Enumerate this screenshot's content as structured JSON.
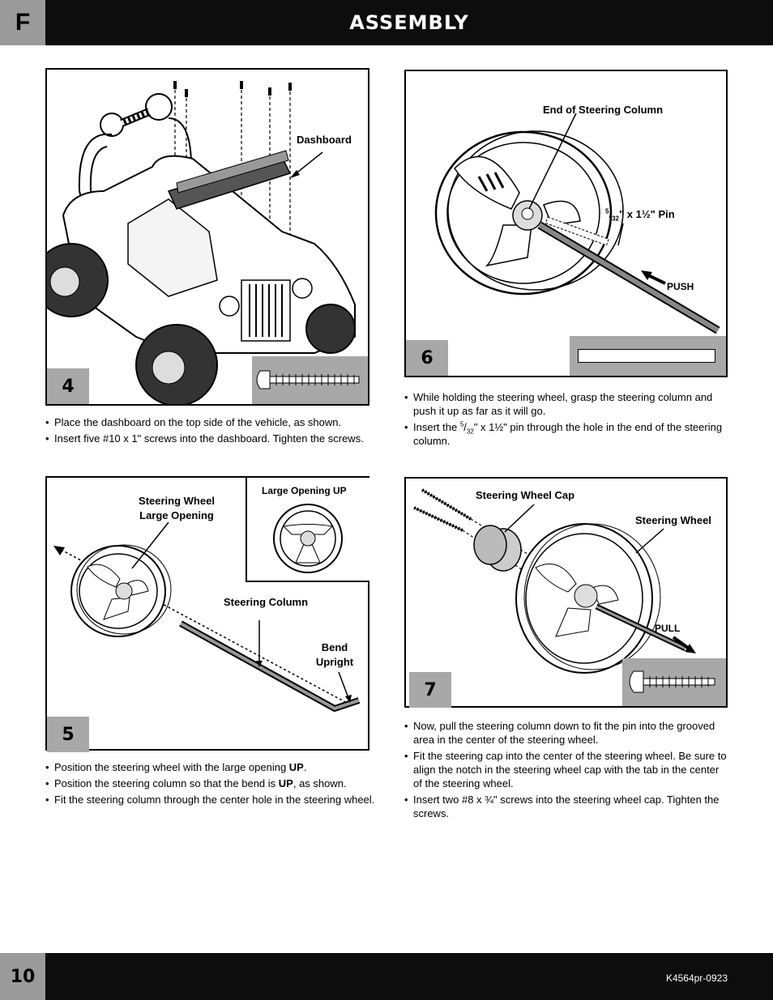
{
  "header": {
    "section_letter": "F",
    "title": "ASSEMBLY"
  },
  "footer": {
    "page_number": "10",
    "doc_id": "K4564pr-0923"
  },
  "step4": {
    "number": "4",
    "labels": {
      "dashboard": "Dashboard"
    },
    "bullets": [
      "Place the dashboard on the top side of the vehicle, as shown.",
      "Insert five #10 x 1\" screws into the dashboard. Tighten the screws."
    ]
  },
  "step6": {
    "number": "6",
    "labels": {
      "end_of_column": "End of Steering Column",
      "pin_prefix": "5",
      "pin_den": "32",
      "pin_suffix": "\" x 1½\" Pin",
      "push": "PUSH"
    },
    "bullets": [
      "While holding the steering wheel, grasp the steering column and push it up as far as it will go."
    ],
    "bullet2": {
      "pre": "Insert the ",
      "num": "5",
      "den": "32",
      "post": "\" x 1½\" pin through the hole in the end of the steering column."
    }
  },
  "step5": {
    "number": "5",
    "labels": {
      "wheel_opening_1": "Steering Wheel",
      "wheel_opening_2": "Large Opening",
      "large_opening_up": "Large Opening UP",
      "steering_column": "Steering Column",
      "bend_1": "Bend",
      "bend_2": "Upright"
    },
    "bullet1": {
      "pre": "Position the steering wheel with the large opening ",
      "bold": "UP",
      "post": "."
    },
    "bullet2": {
      "pre": "Position the steering column so that the bend is ",
      "bold": "UP",
      "post": ", as shown."
    },
    "bullet3": "Fit the steering column through the center hole in the steering wheel."
  },
  "step7": {
    "number": "7",
    "labels": {
      "cap": "Steering Wheel Cap",
      "wheel": "Steering Wheel",
      "pull": "PULL"
    },
    "bullets": [
      "Now, pull the steering column down to fit the pin into the grooved area in the center of the steering wheel.",
      "Fit the steering cap into the center of the steering wheel. Be sure to align the notch in the steering wheel cap with the tab in the center of the steering wheel."
    ],
    "bullet3": {
      "pre": "Insert two #8 x ",
      "frac": "¾",
      "post": "\" screws into the steering wheel cap. Tighten the screws."
    }
  }
}
